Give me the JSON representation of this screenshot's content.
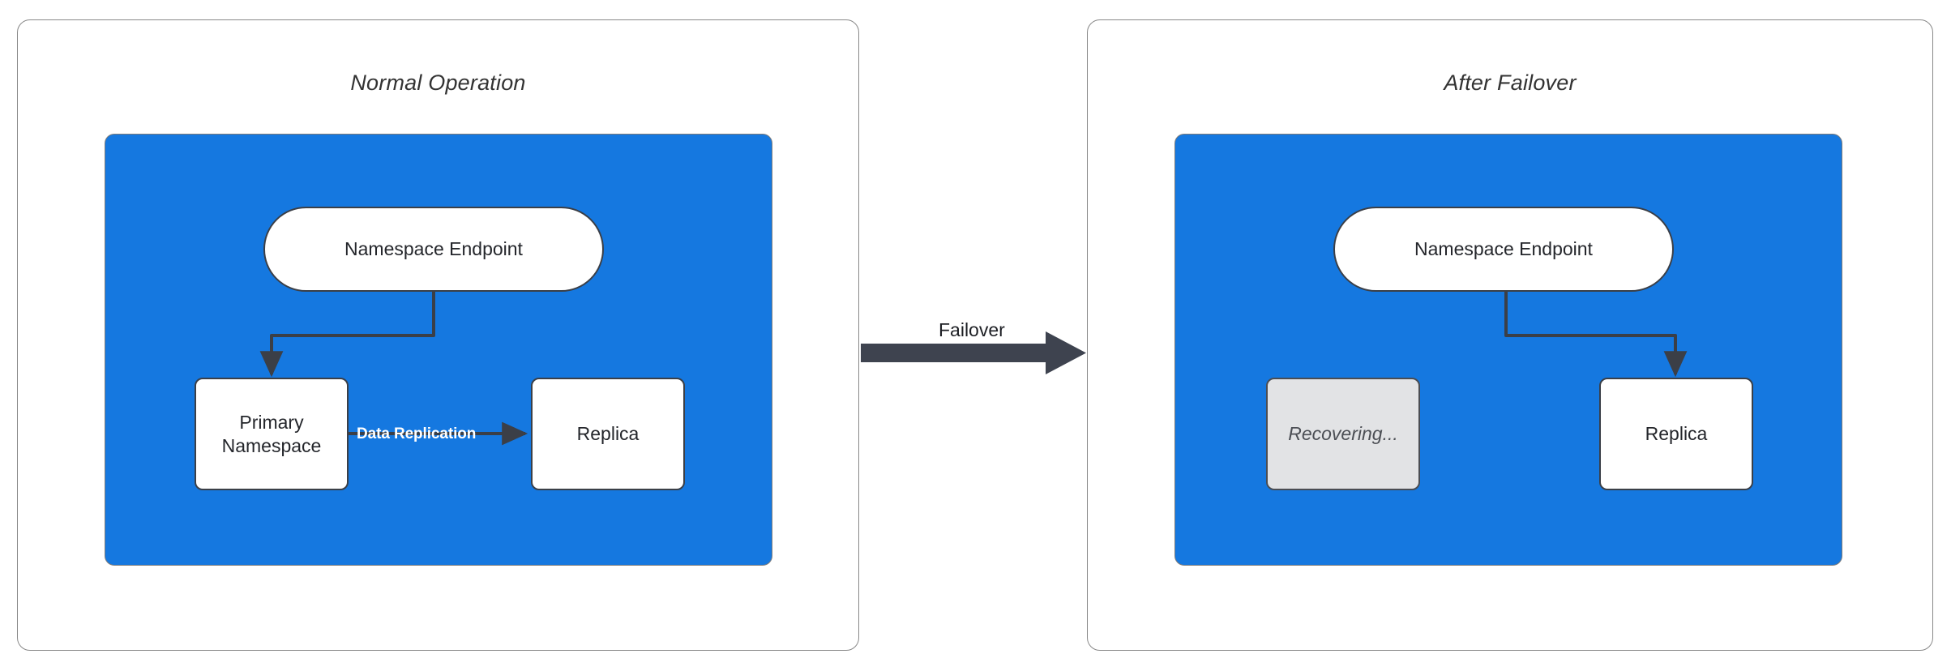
{
  "diagram": {
    "title_left": "Normal Operation",
    "title_right": "After Failover",
    "transition_label": "Failover",
    "colors": {
      "cluster_blue": "#1578e0",
      "edge_dark": "#3b3f47",
      "recovering_gray": "#e2e3e5",
      "panel_border": "#888888",
      "node_white": "#ffffff"
    }
  },
  "panels": [
    {
      "id": "normal-operation",
      "title": "Normal Operation",
      "nodes": [
        {
          "id": "namespace-endpoint-left",
          "label": "Namespace Endpoint",
          "shape": "pill",
          "state": "active"
        },
        {
          "id": "primary-namespace",
          "label": "Primary\nNamespace",
          "label_line1": "Primary",
          "label_line2": "Namespace",
          "shape": "box",
          "state": "active"
        },
        {
          "id": "replica-left",
          "label": "Replica",
          "shape": "box",
          "state": "active"
        }
      ],
      "edges": [
        {
          "from": "namespace-endpoint-left",
          "to": "primary-namespace",
          "label": ""
        },
        {
          "from": "primary-namespace",
          "to": "replica-left",
          "label": "Data Replication"
        }
      ]
    },
    {
      "id": "after-failover",
      "title": "After Failover",
      "nodes": [
        {
          "id": "namespace-endpoint-right",
          "label": "Namespace Endpoint",
          "shape": "pill",
          "state": "active"
        },
        {
          "id": "recovering",
          "label": "Recovering...",
          "shape": "box",
          "state": "recovering"
        },
        {
          "id": "replica-right",
          "label": "Replica",
          "shape": "box",
          "state": "active"
        }
      ],
      "edges": [
        {
          "from": "namespace-endpoint-right",
          "to": "replica-right",
          "label": ""
        }
      ]
    }
  ]
}
